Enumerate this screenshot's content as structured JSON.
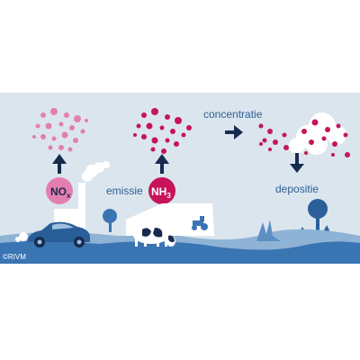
{
  "labels": {
    "nox_main": "NO",
    "nox_sub": "x",
    "emissie": "emissie",
    "nh3_main": "NH",
    "nh3_sub": "3",
    "concentratie": "concentratie",
    "depositie": "depositie",
    "copyright": "©RIVM"
  },
  "colors": {
    "sky": "#dbe5ee",
    "ground_light": "#8fb3d5",
    "ground_dark": "#3a75b3",
    "nox_pink": "#e27fb0",
    "nh3_magenta": "#c7135a",
    "arrow_navy": "#172b4f",
    "label_blue": "#2c5f93",
    "deposition_magenta": "#c41658"
  },
  "icons": [
    "factory-icon",
    "car-icon",
    "barn-icon",
    "cow-icon",
    "tractor-icon",
    "tree-icon",
    "cloud-icon",
    "arrow-up-icon",
    "arrow-right-icon",
    "arrow-down-icon"
  ]
}
